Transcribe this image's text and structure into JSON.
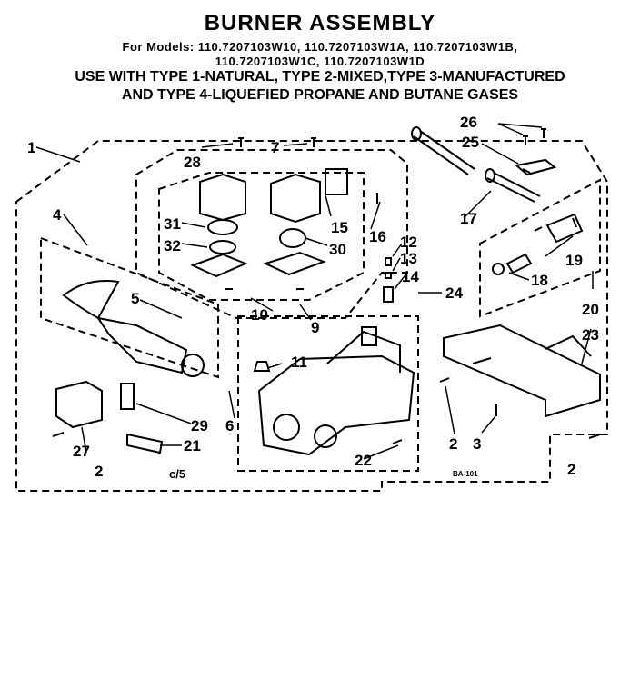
{
  "header": {
    "title": "BURNER ASSEMBLY",
    "models_line1": "For Models: 110.7207103W10, 110.7207103W1A, 110.7207103W1B,",
    "models_line2": "110.7207103W1C, 110.7207103W1D",
    "gas_line1": "USE WITH TYPE 1-NATURAL, TYPE 2-MIXED,TYPE 3-MANUFACTURED",
    "gas_line2": "AND TYPE 4-LIQUEFIED PROPANE AND BUTANE GASES"
  },
  "callouts": {
    "c1": "1",
    "c2a": "2",
    "c2b": "2",
    "c2c": "2",
    "c3": "3",
    "c4": "4",
    "c5": "5",
    "c6": "6",
    "c7": "7",
    "c9": "9",
    "c10": "10",
    "c11": "11",
    "c12": "12",
    "c13": "13",
    "c14": "14",
    "c15": "15",
    "c16": "16",
    "c17": "17",
    "c18": "18",
    "c19": "19",
    "c20": "20",
    "c21": "21",
    "c22": "22",
    "c23": "23",
    "c24": "24",
    "c25": "25",
    "c26": "26",
    "c27": "27",
    "c28": "28",
    "c29": "29",
    "c30": "30",
    "c31": "31",
    "c32": "32"
  },
  "footer": {
    "page_code": "c/5",
    "drawing_id": "BA-101"
  }
}
